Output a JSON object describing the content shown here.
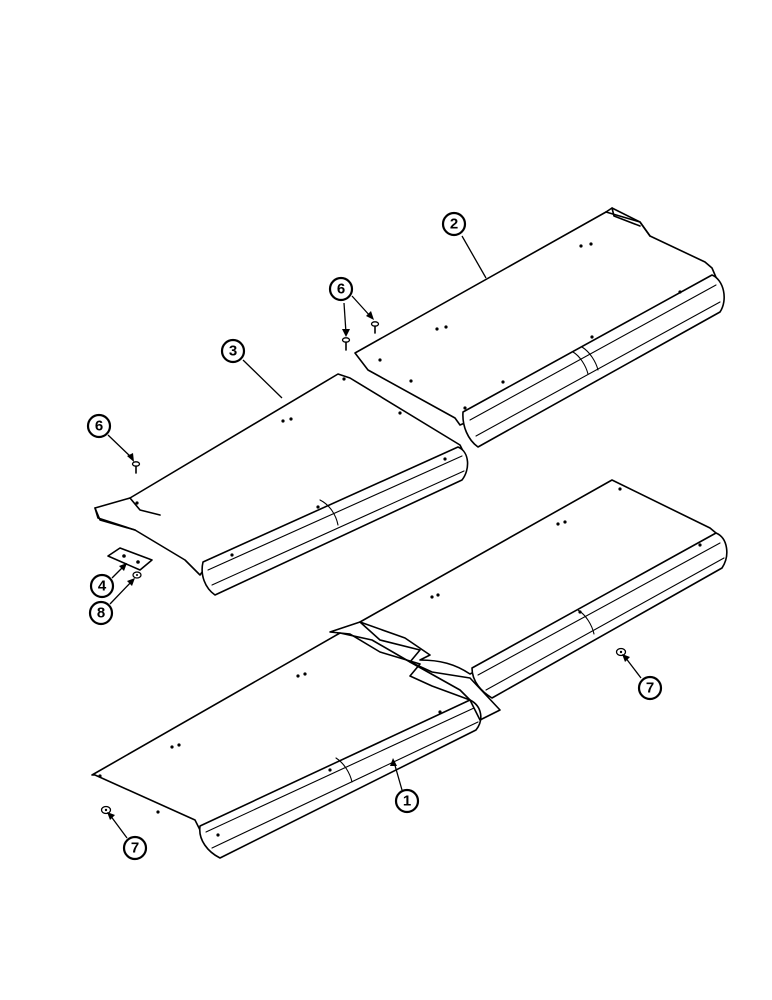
{
  "diagram": {
    "callouts": [
      {
        "id": "c1",
        "label": "1"
      },
      {
        "id": "c2",
        "label": "2"
      },
      {
        "id": "c3",
        "label": "3"
      },
      {
        "id": "c4",
        "label": "4"
      },
      {
        "id": "c6a",
        "label": "6"
      },
      {
        "id": "c6b",
        "label": "6"
      },
      {
        "id": "c7a",
        "label": "7"
      },
      {
        "id": "c7b",
        "label": "7"
      },
      {
        "id": "c8",
        "label": "8"
      }
    ],
    "parts": {
      "long_cover": "cover-1",
      "right_cover": "cover-2",
      "left_cover": "cover-3",
      "bracket": "bracket-4",
      "bolts": "bolt-6",
      "nuts": "nut-7",
      "washer": "washer-8"
    }
  }
}
